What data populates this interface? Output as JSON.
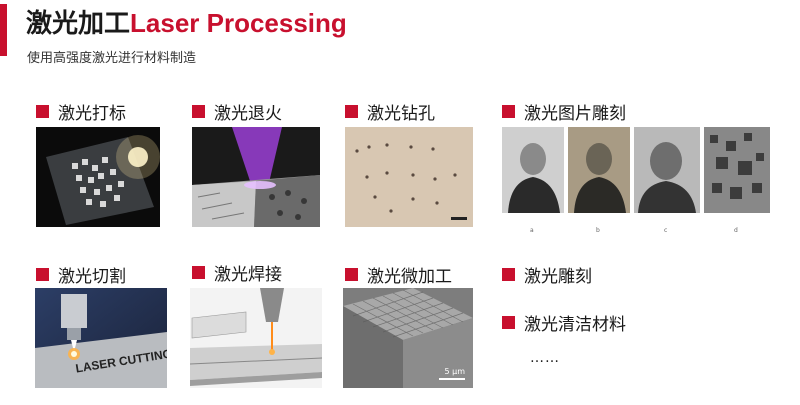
{
  "header": {
    "title_cn": "激光加工",
    "title_en": "Laser Processing",
    "subtitle": "使用高强度激光进行材料制造"
  },
  "colors": {
    "accent": "#c8102e"
  },
  "items": [
    {
      "label": "激光打标"
    },
    {
      "label": "激光退火"
    },
    {
      "label": "激光钻孔"
    },
    {
      "label": "激光图片雕刻"
    },
    {
      "label": "激光切割"
    },
    {
      "label": "激光焊接"
    },
    {
      "label": "激光微加工"
    },
    {
      "label": "激光雕刻"
    },
    {
      "label": "激光清洁材料"
    }
  ],
  "images": {
    "cutting_text": "LASER CUTTING",
    "engraving_captions": [
      "a",
      "b",
      "c",
      "d"
    ],
    "scale_bar": "5 μm"
  },
  "more": "……"
}
